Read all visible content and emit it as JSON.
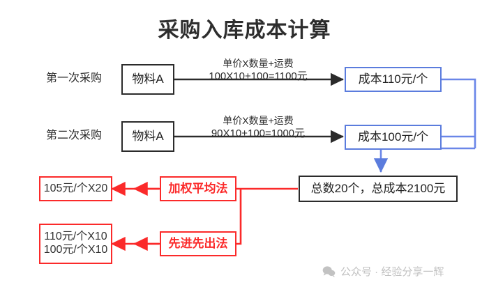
{
  "page": {
    "title": "采购入库成本计算",
    "background": "#ffffff"
  },
  "colors": {
    "black": "#2b2b2b",
    "blue": "#5b7cdd",
    "red": "#fb2a2a",
    "watermark": "#c2c2c2"
  },
  "rows": [
    {
      "label": "第一次采购",
      "material": "物料A",
      "formula_top": "单价X数量+运费",
      "formula_bottom": "100X10+100=1100元",
      "result": "成本110元/个"
    },
    {
      "label": "第二次采购",
      "material": "物料A",
      "formula_top": "单价X数量+运费",
      "formula_bottom": "90X10+100=1000元",
      "result": "成本100元/个"
    }
  ],
  "summary": {
    "total": "总数20个，总成本2100元"
  },
  "methods": [
    {
      "name": "加权平均法",
      "result_line1": "105元/个X20",
      "result_line2": ""
    },
    {
      "name": "先进先出法",
      "result_line1": "110元/个X10",
      "result_line2": "100元/个X10"
    }
  ],
  "watermark": {
    "icon": "wechat-icon",
    "text": "公众号 · 经验分享一辉"
  }
}
